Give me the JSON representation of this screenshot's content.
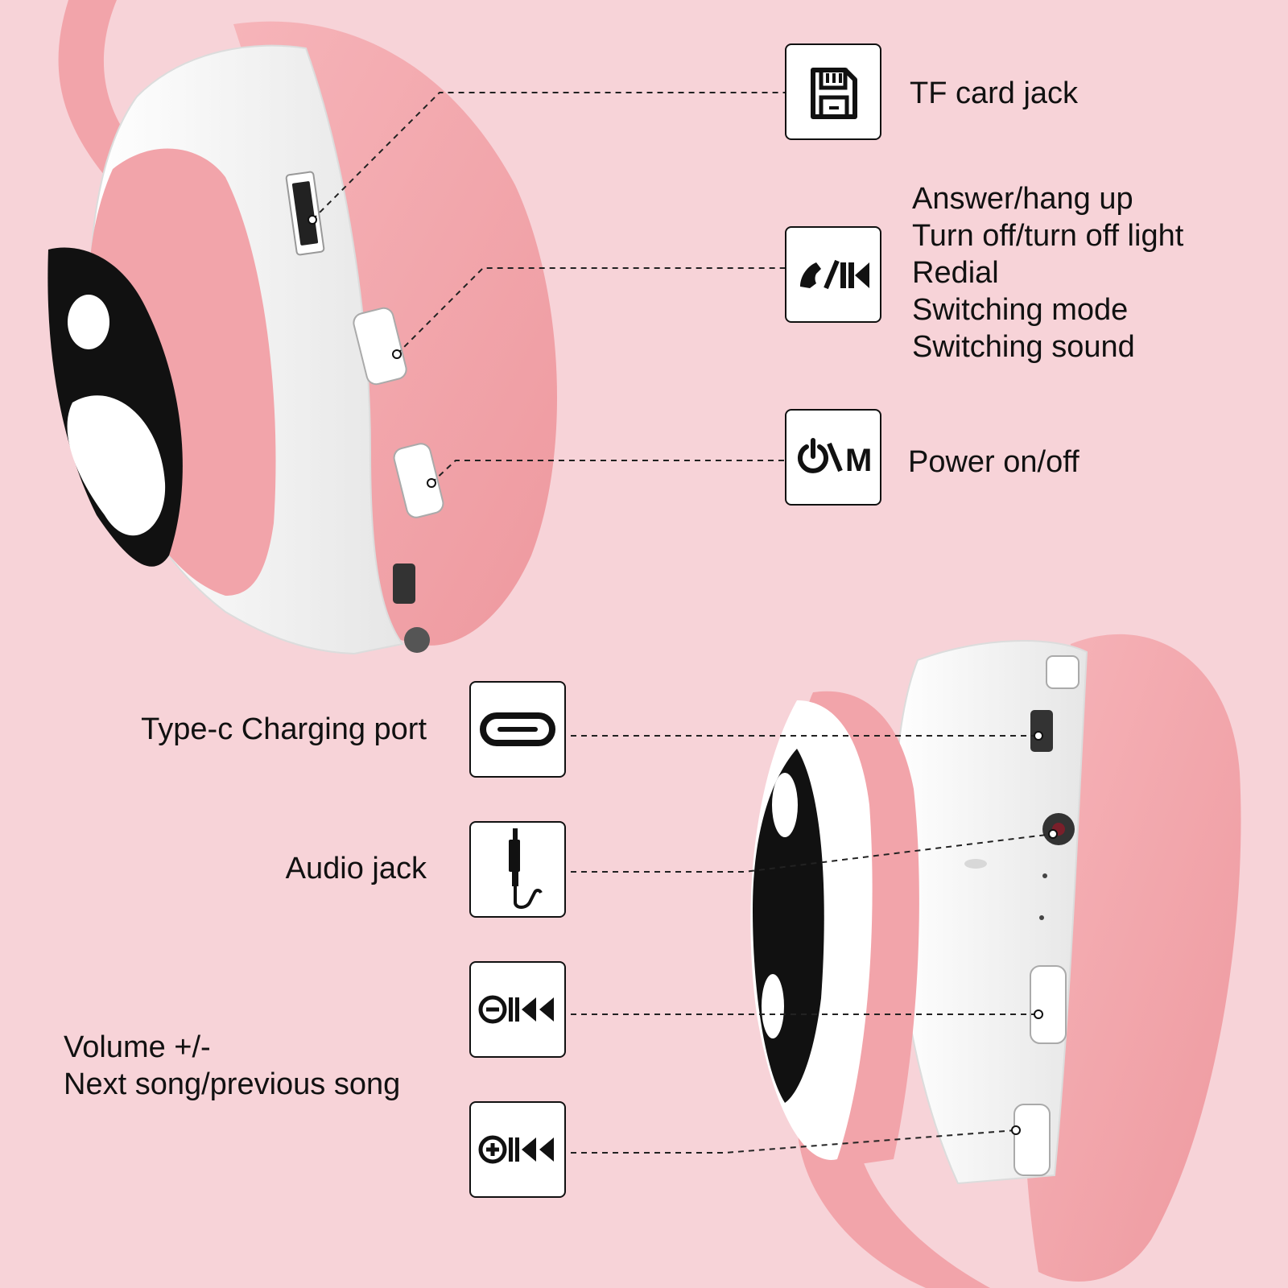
{
  "callouts": {
    "tf_card": {
      "label": "TF card jack",
      "icon": "sd-card-icon"
    },
    "call_button": {
      "icon": "phone-previous-icon",
      "lines": [
        "Answer/hang up",
        "Turn off/turn off light",
        "Redial",
        "Switching mode",
        "Switching sound"
      ]
    },
    "power": {
      "label": "Power on/off",
      "icon": "power-mode-icon",
      "glyph": "M"
    },
    "usb_c": {
      "label": "Type-c Charging port",
      "icon": "usb-c-icon"
    },
    "audio": {
      "label": "Audio jack",
      "icon": "audio-plug-icon"
    },
    "volume": {
      "lines": [
        "Volume +/-",
        "Next song/previous song"
      ],
      "minus_icon": "volume-minus-previous-icon",
      "plus_icon": "volume-plus-next-icon"
    }
  },
  "colors": {
    "background": "#f7d3d8",
    "cushion": "#f2a7ac",
    "shell": "#f4f4f4",
    "paw": "#111111"
  }
}
